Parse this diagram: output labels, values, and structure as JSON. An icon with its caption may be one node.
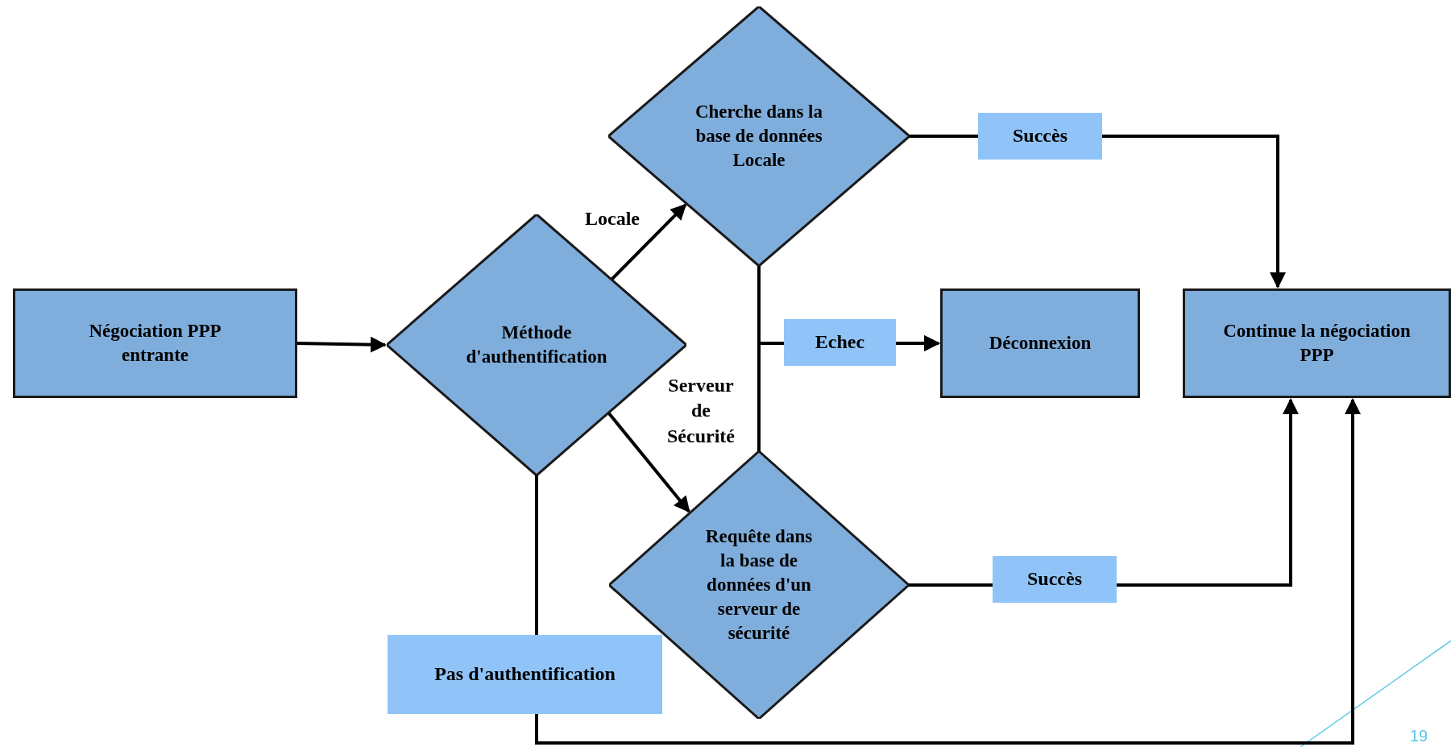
{
  "diagram": {
    "nodes": [
      {
        "text": [
          "Négociation PPP entrante"
        ]
      },
      {
        "text": [
          "Méthode d'authentification"
        ]
      },
      {
        "text": [
          "Cherche dans la base de données Locale"
        ]
      },
      {
        "text": [
          "Requête dans la base de données d'un serveur de sécurité"
        ]
      },
      {
        "text": [
          "Déconnexion"
        ]
      },
      {
        "text": [
          "Continue la négociation PPP"
        ]
      }
    ],
    "edges": [
      {
        "from": 0,
        "to": 1,
        "arrow": "to"
      },
      {
        "from": 1,
        "to": 2,
        "arrow": "to",
        "label": "Locale"
      },
      {
        "from": 1,
        "to": 3,
        "arrow": "to",
        "label": "Serveur de Sécurité"
      },
      {
        "from": 2,
        "to": 5,
        "arrow": "to",
        "label": "Succès"
      },
      {
        "from": 2,
        "to": 4,
        "arrow": "to",
        "label": "Echec"
      },
      {
        "from": 3,
        "to": 4,
        "arrow": "to"
      },
      {
        "from": 3,
        "to": 5,
        "arrow": "to",
        "label": "Succès"
      },
      {
        "from": 1,
        "to": 5,
        "arrow": "to",
        "label": "Pas d'authentification"
      }
    ],
    "labels": [
      "19"
    ]
  }
}
